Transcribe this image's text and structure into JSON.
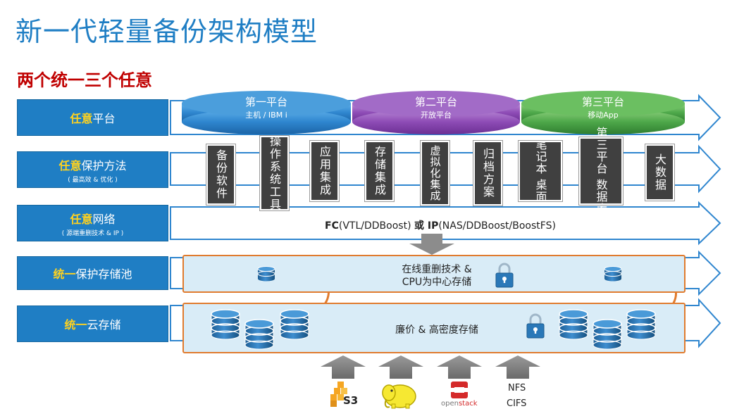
{
  "title": "新一代轻量备份架构模型",
  "subtitle": "两个统一三个任意",
  "rows": [
    {
      "hl": "任意",
      "rest": "平台",
      "note": ""
    },
    {
      "hl": "任意",
      "rest": "保护方法",
      "note": "( 最高效 & 优化 )"
    },
    {
      "hl": "任意",
      "rest": "网络",
      "note": "( 源端重删技术 & IP )"
    },
    {
      "hl": "统一",
      "rest": "保护存储池",
      "note": ""
    },
    {
      "hl": "统一",
      "rest": "云存储",
      "note": ""
    }
  ],
  "platforms": [
    {
      "name": "第一平台",
      "sub": "主机 / IBM i",
      "color": "#2f86cf"
    },
    {
      "name": "第二平台",
      "sub": "开放平台",
      "color": "#8e4cb6"
    },
    {
      "name": "第三平台",
      "sub": "移动App",
      "color": "#4ea84a"
    }
  ],
  "methods": [
    "备份软件",
    "操作系统工具",
    "应用集成",
    "存储集成",
    "虚拟化集成",
    "归档方案",
    "笔记本 桌面",
    "第三平台 数据库",
    "大数据"
  ],
  "network": {
    "fc": "FC",
    "fc_detail": "(VTL/DDBoost) ",
    "or": "或",
    "ip": " IP",
    "ip_detail": "(NAS/DDBoost/BoostFS)"
  },
  "pool": {
    "line1": "在线重删技术 &",
    "line2": "CPU为中心存储"
  },
  "cloud": {
    "text": "廉价 & 高密度存储"
  },
  "sources": {
    "s3": "S3",
    "openstack_a": "open",
    "openstack_b": "stack",
    "nfs": "NFS",
    "cifs": "CIFS"
  },
  "colors": {
    "accent": "#1f7ec4",
    "title_red": "#c00000",
    "highlight": "#ffd21f",
    "orange": "#e07b2e",
    "pool_fill": "#d9ecf7"
  }
}
